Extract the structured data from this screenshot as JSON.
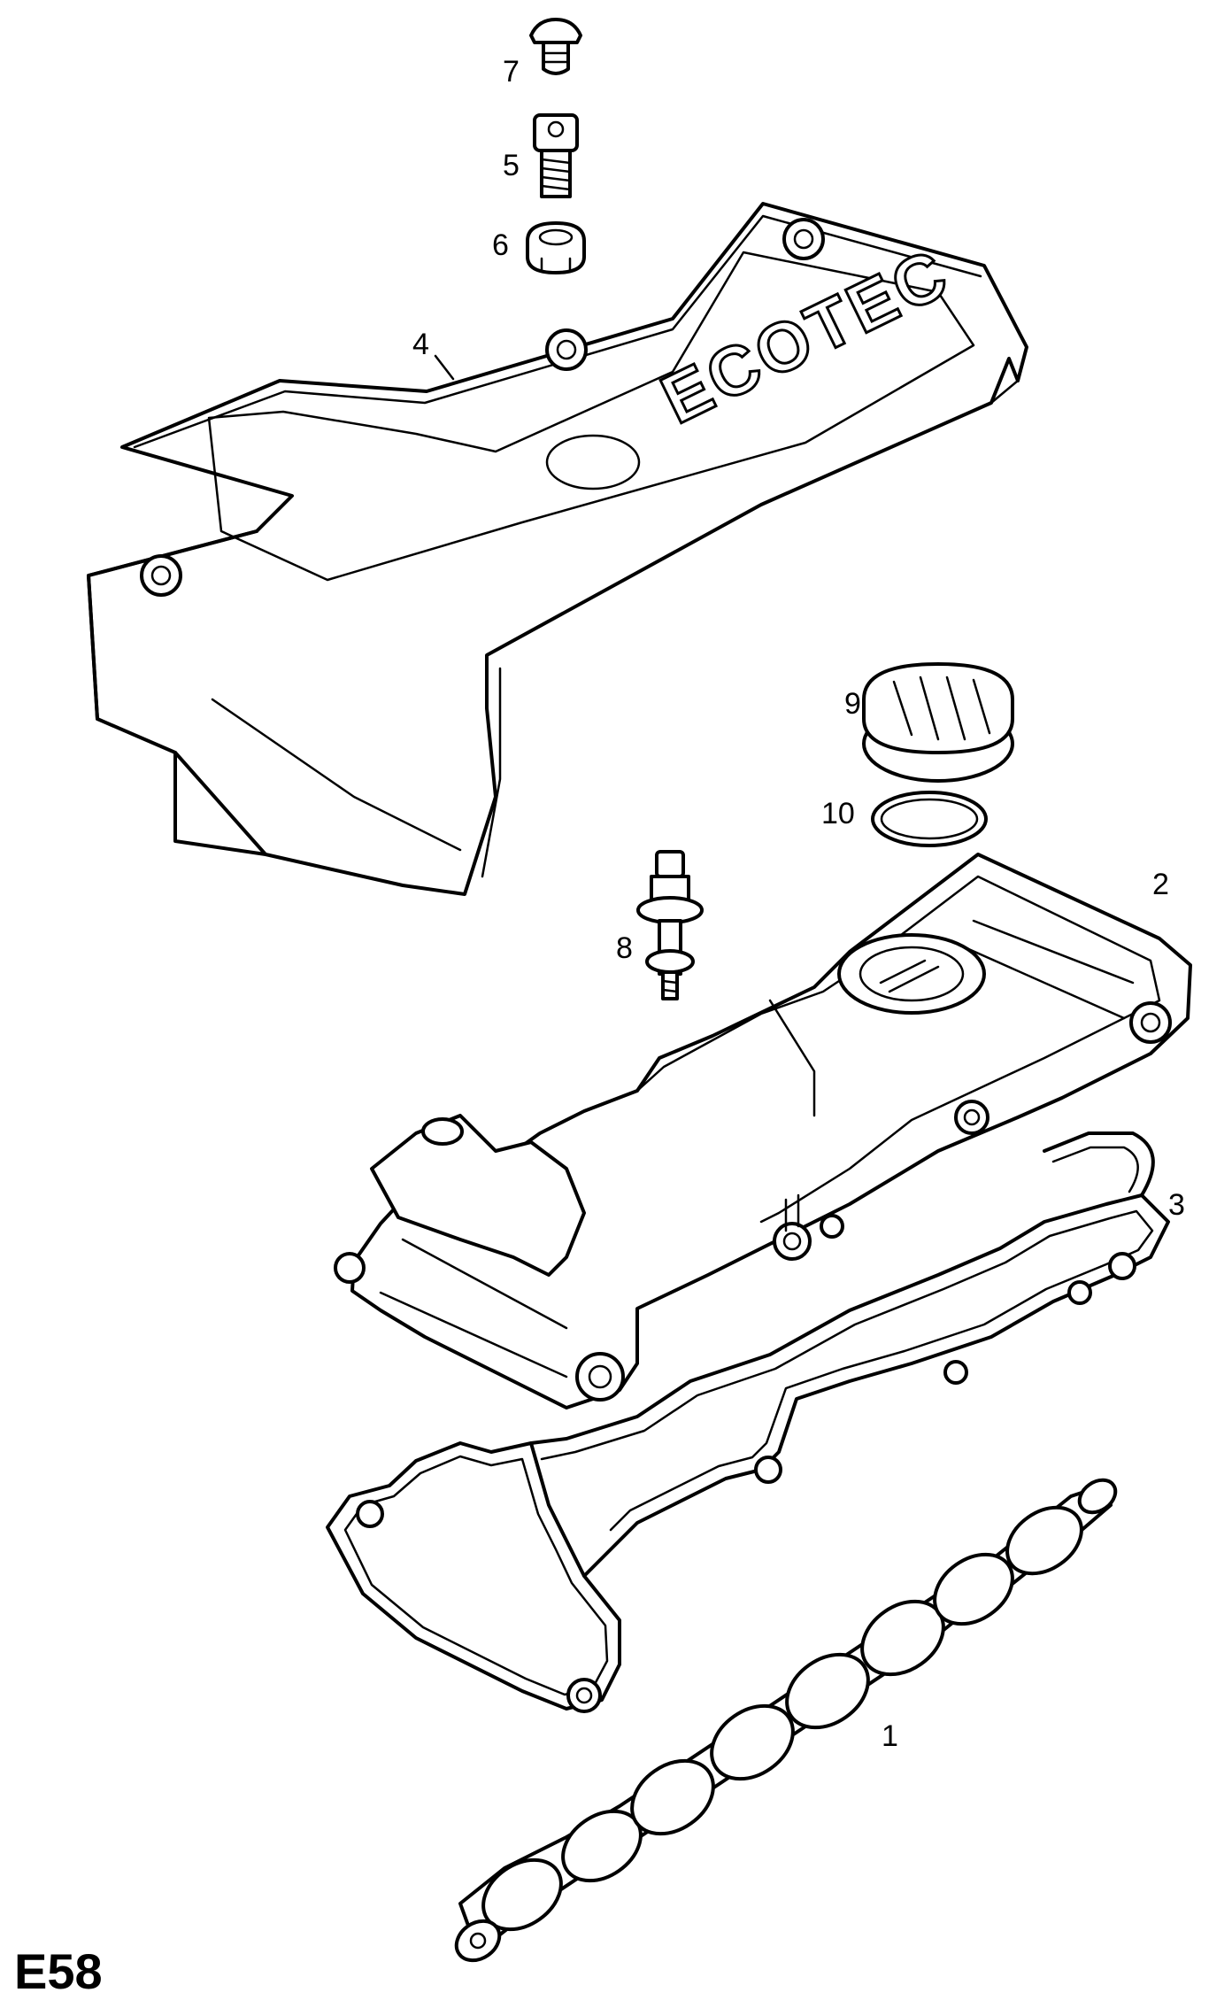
{
  "diagram": {
    "code": "E58",
    "logo_text": "ECOTEC",
    "callouts": {
      "camshaft": "1",
      "valve_cover": "2",
      "gasket": "3",
      "engine_cover": "4",
      "bolt": "5",
      "grommet": "6",
      "clip": "7",
      "stud_bolt": "8",
      "oil_cap": "9",
      "o_ring": "10"
    }
  }
}
